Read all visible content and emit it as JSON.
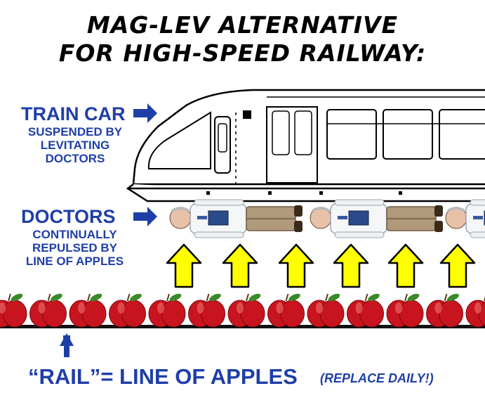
{
  "title": {
    "line1": "MAG-LEV ALTERNATIVE",
    "line2": "FOR HIGH-SPEED RAILWAY:"
  },
  "labels": {
    "train_car": "TRAIN CAR",
    "train_car_desc": [
      "SUSPENDED BY",
      "LEVITATING",
      "DOCTORS"
    ],
    "doctors": "DOCTORS",
    "doctors_desc": [
      "CONTINUALLY",
      "REPULSED BY",
      "LINE OF APPLES"
    ]
  },
  "footer": {
    "rail": "“RAIL”= LINE OF APPLES",
    "note": "(REPLACE DAILY!)"
  },
  "colors": {
    "label_blue": "#1f3fa8",
    "apple_red": "#c8141e",
    "arrow_yellow": "#ffff00",
    "leaf_green": "#3a8a2a"
  },
  "icons": [
    "right-arrow-icon",
    "up-arrow-icon",
    "apple-icon",
    "doctor-figure",
    "train-car"
  ]
}
